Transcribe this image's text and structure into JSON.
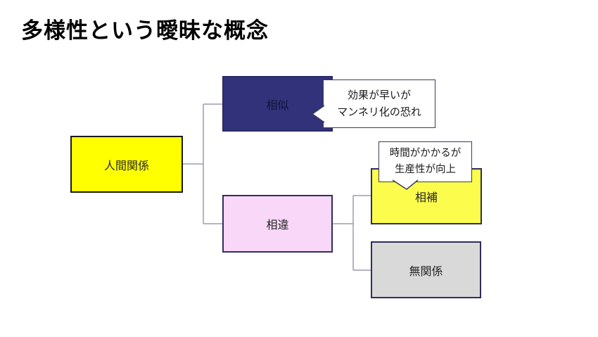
{
  "title": "多様性という曖昧な概念",
  "diagram": {
    "type": "hierarchy-tree",
    "nodes": [
      {
        "id": "root",
        "label": "人間関係",
        "fill": "#FFFF00",
        "parent": null
      },
      {
        "id": "souji",
        "label": "相似",
        "fill": "#32327A",
        "parent": "root"
      },
      {
        "id": "soui",
        "label": "相違",
        "fill": "#F8D7F8",
        "parent": "root"
      },
      {
        "id": "souho",
        "label": "相補",
        "fill": "#FCFC4C",
        "parent": "soui"
      },
      {
        "id": "mukankei",
        "label": "無関係",
        "fill": "#D9D9D9",
        "parent": "soui"
      }
    ],
    "callouts": [
      {
        "target": "souji",
        "lines": [
          "効果が早いが",
          "マンネリ化の恐れ"
        ]
      },
      {
        "target": "souho",
        "lines": [
          "時間がかかるが",
          "生産性が向上"
        ]
      }
    ],
    "colors": {
      "connector": "#9C9CB4",
      "node_border": "#2E2E5C",
      "root_border": "#1A1A1A",
      "callout_border": "#3A3A5C",
      "callout_background": "#FFFFFF",
      "title_color": "#000000"
    }
  }
}
